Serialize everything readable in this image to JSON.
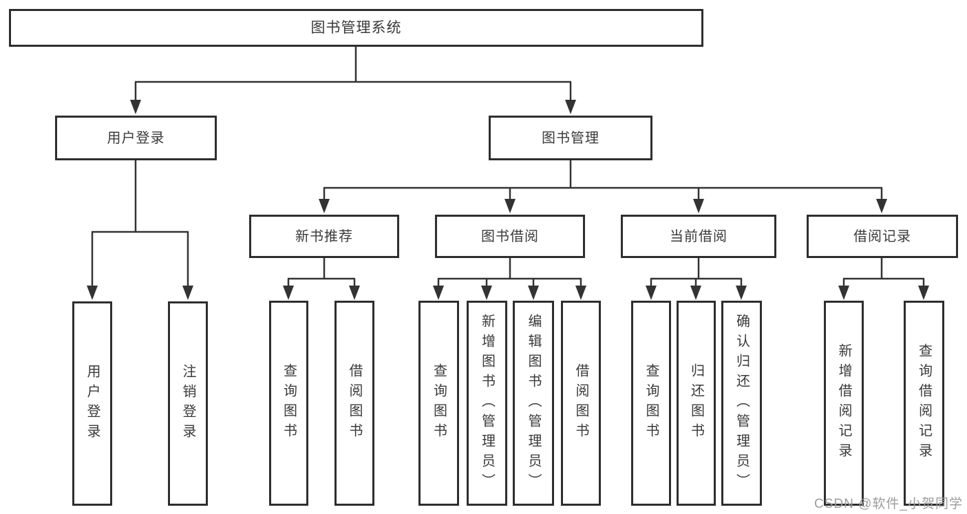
{
  "colors": {
    "background": "#ffffff",
    "box_border": "#2e2e2e",
    "line": "#333333",
    "text": "#3a3a3a",
    "watermark": "#9c9c9c"
  },
  "tree": {
    "root": "图书管理系统",
    "login": "用户登录",
    "manage": "图书管理",
    "login_children": [
      "用户登录",
      "注销登录"
    ],
    "groups": [
      {
        "label": "新书推荐",
        "children": [
          "查询图书",
          "借阅图书"
        ]
      },
      {
        "label": "图书借阅",
        "children": [
          "查询图书",
          "新增图书（管理员）",
          "编辑图书（管理员）",
          "借阅图书"
        ]
      },
      {
        "label": "当前借阅",
        "children": [
          "查询图书",
          "归还图书",
          "确认归还（管理员）"
        ]
      },
      {
        "label": "借阅记录",
        "children": [
          "新增借阅记录",
          "查询借阅记录"
        ]
      }
    ]
  },
  "watermark": {
    "text": "CSDN @软件_小贺同学"
  }
}
